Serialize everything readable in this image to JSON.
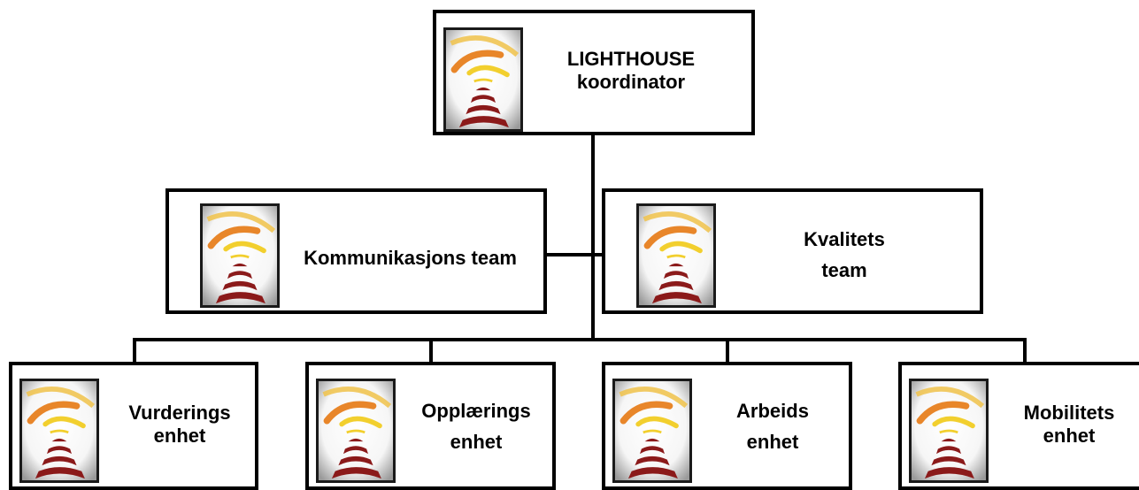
{
  "org_chart": {
    "coordinator": {
      "line1": "LIGHTHOUSE",
      "line2": "koordinator",
      "logo_icon": "lighthouse-logo-icon"
    },
    "teams": [
      {
        "line1": "Kommunikasjons team",
        "logo_icon": "lighthouse-logo-icon"
      },
      {
        "line1": "Kvalitets",
        "line2": "team",
        "logo_icon": "lighthouse-logo-icon"
      }
    ],
    "units": [
      {
        "line1": "Vurderings",
        "line2": "enhet",
        "logo_icon": "lighthouse-logo-icon"
      },
      {
        "line1": "Opplærings",
        "line2": "enhet",
        "logo_icon": "lighthouse-logo-icon"
      },
      {
        "line1": "Arbeids",
        "line2": "enhet",
        "logo_icon": "lighthouse-logo-icon"
      },
      {
        "line1": "Mobilitets",
        "line2": "enhet",
        "logo_icon": "lighthouse-logo-icon"
      }
    ]
  },
  "colors": {
    "border": "#000000",
    "logo_red": "#8b1a1a",
    "logo_orange": "#e8862a",
    "logo_yellow": "#f2cf2e"
  }
}
